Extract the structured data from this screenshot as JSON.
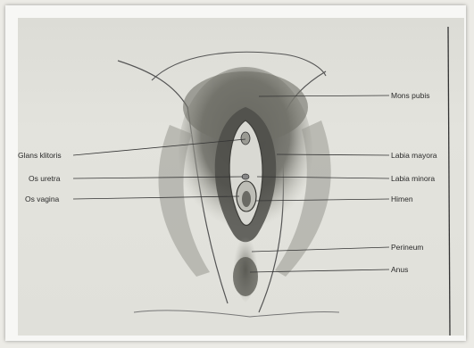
{
  "figure": {
    "labels_left": {
      "glans_klitoris": "Glans klitoris",
      "os_uretra": "Os uretra",
      "os_vagina": "Os vagina"
    },
    "labels_right": {
      "mons_pubis": "Mons pubis",
      "labia_mayora": "Labia mayora",
      "labia_minora": "Labia minora",
      "himen": "Himen",
      "perineum": "Perineum",
      "anus": "Anus"
    }
  }
}
